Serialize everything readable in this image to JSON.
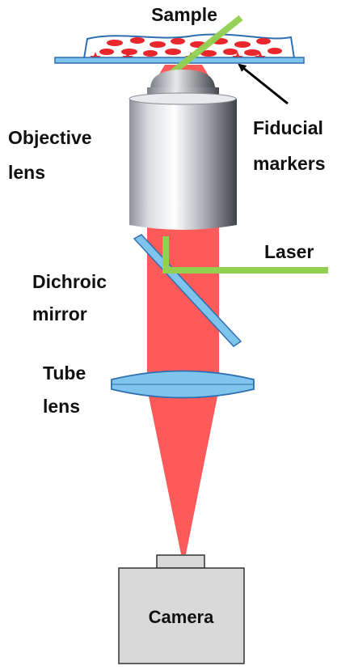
{
  "labels": {
    "sample": "Sample",
    "objective_line1": "Objective",
    "objective_line2": "lens",
    "fiducial_line1": "Fiducial",
    "fiducial_line2": "markers",
    "laser": "Laser",
    "dichroic_line1": "Dichroic",
    "dichroic_line2": "mirror",
    "tube_line1": "Tube",
    "tube_line2": "lens",
    "camera": "Camera"
  },
  "colors": {
    "emission_beam": "#ff5a5a",
    "laser_beam": "#92d050",
    "optics_blue": "#7ec4ec",
    "optics_outline": "#2f6fb0",
    "sample_cells": "#e8262c",
    "camera_body": "#d9d9d9"
  }
}
